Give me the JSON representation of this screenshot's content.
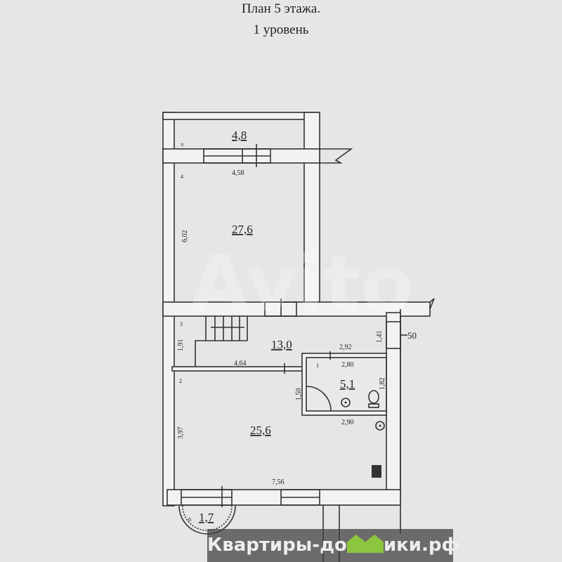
{
  "header": {
    "title": "План  5  этажа.",
    "subtitle": "1 уровень"
  },
  "rooms": [
    {
      "number": "л",
      "area": "4,8"
    },
    {
      "number": "4",
      "area": "27,6",
      "width": "4,58",
      "length": "6,02"
    },
    {
      "number": "3",
      "area": "13,0",
      "width": "4,64",
      "length": "1,91"
    },
    {
      "number": "1",
      "area": "5,1",
      "width": "2,80",
      "width_outer": "2,92",
      "length": "1,82",
      "door": "1,50",
      "bottom": "2,90"
    },
    {
      "number": "2",
      "area": "25,6",
      "width": "7,56",
      "length": "3,97"
    },
    {
      "number": "6",
      "area": "1,7"
    }
  ],
  "wall_dims": {
    "side": "1,41",
    "mark": "50"
  },
  "watermark": {
    "text_left": "Квартиры-до",
    "text_right": "ики.рф",
    "avito": "Avito",
    "house_color": "#8cc63f"
  }
}
